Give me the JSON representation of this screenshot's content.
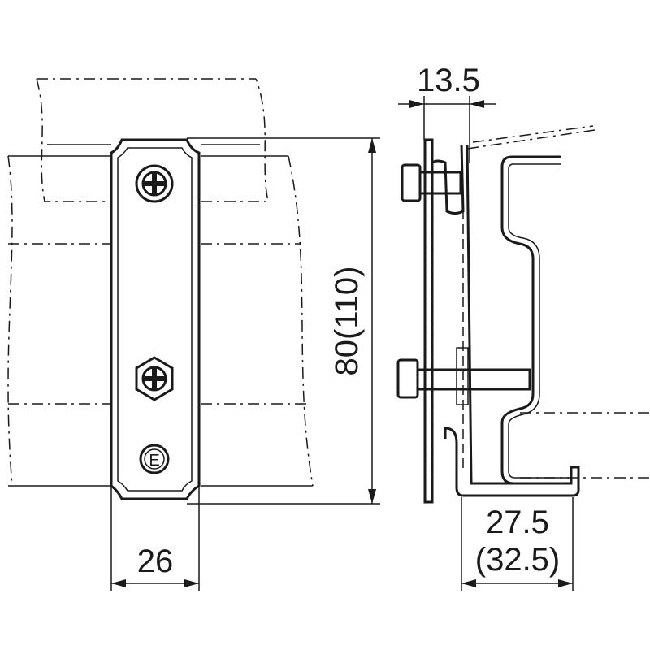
{
  "drawing": {
    "front_view": {
      "height_dimension": "80(110)",
      "width_dimension": "26",
      "plate_marking": "E"
    },
    "side_view": {
      "thickness_dimension": "13.5",
      "depth_dimension": "27.5",
      "depth_dimension_alt": "(32.5)"
    },
    "line_color": "#1a1a1a"
  }
}
